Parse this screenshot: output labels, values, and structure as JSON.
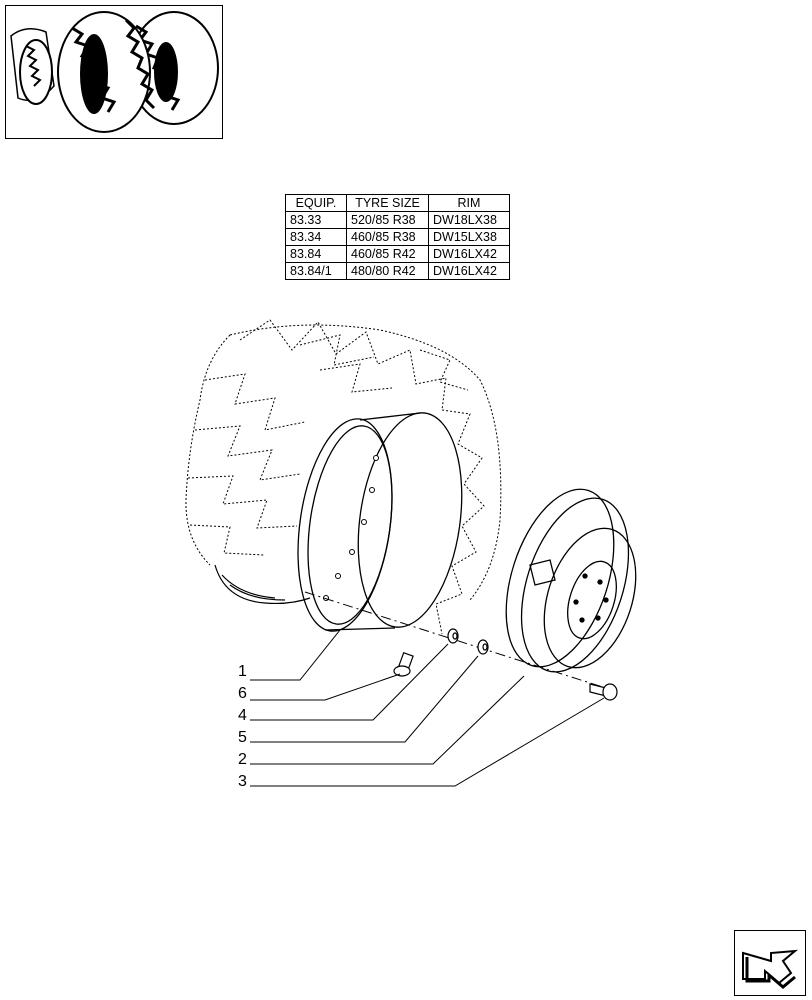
{
  "table": {
    "headers": [
      "EQUIP.",
      "TYRE SIZE",
      "RIM"
    ],
    "rows": [
      [
        "83.33",
        "520/85 R38",
        "DW18LX38"
      ],
      [
        "83.34",
        "460/85 R38",
        "DW15LX38"
      ],
      [
        "83.84",
        "460/85 R42",
        "DW16LX42"
      ],
      [
        "83.84/1",
        "480/80 R42",
        "DW16LX42"
      ]
    ]
  },
  "callouts": [
    "1",
    "6",
    "4",
    "5",
    "2",
    "3"
  ],
  "icons": {
    "thumbnail": "tractor-rear-wheels-thumbnail-icon",
    "next_page": "next-page-arrow-icon"
  },
  "colors": {
    "line": "#000000",
    "background": "#ffffff"
  }
}
